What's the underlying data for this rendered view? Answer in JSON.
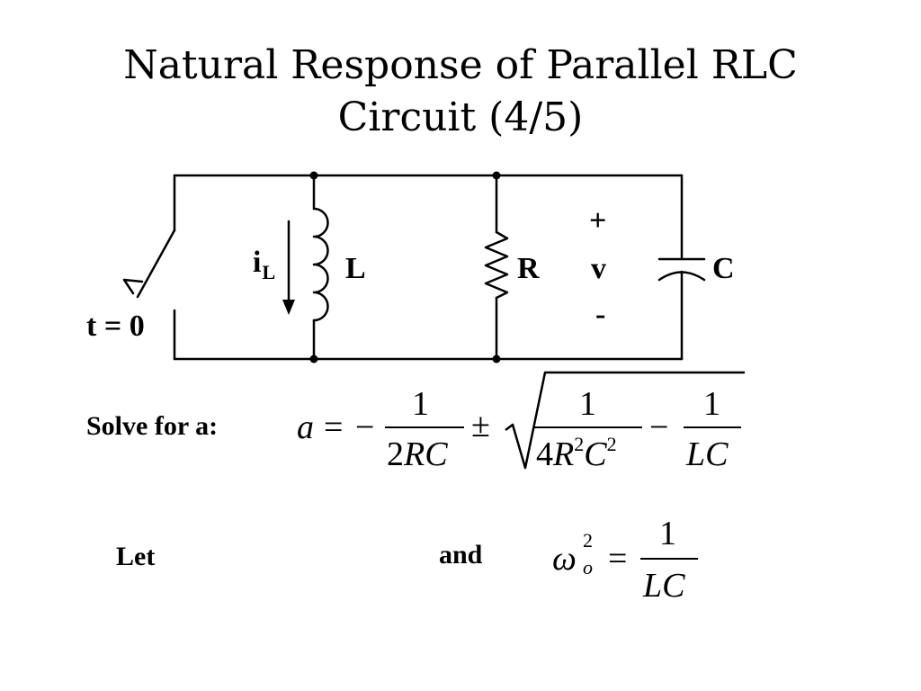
{
  "title": {
    "line1": "Natural Response of Parallel RLC",
    "line2": "Circuit  (4/5)"
  },
  "circuit": {
    "switch_label": "t = 0",
    "current_symbol": "i",
    "current_subscript": "L",
    "inductor_label": "L",
    "resistor_label": "R",
    "capacitor_label": "C",
    "voltage_plus": "+",
    "voltage_symbol": "v",
    "voltage_minus": "-"
  },
  "body": {
    "solve_label": "Solve for a:",
    "let_label": "Let",
    "and_label": "and"
  },
  "equation_a": {
    "lhs": "a",
    "eq": "=",
    "minus": "−",
    "num1": "1",
    "den1_coef": "2",
    "den1_var": "RC",
    "pm": "±",
    "num2": "1",
    "den2_coef": "4",
    "den2_R": "R",
    "den2_R_exp": "2",
    "den2_C": "C",
    "den2_C_exp": "2",
    "minus2": "−",
    "num3": "1",
    "den3": "LC"
  },
  "equation_omega": {
    "symbol": "ω",
    "sup": "2",
    "sub": "o",
    "eq": "=",
    "num": "1",
    "den": "LC"
  }
}
